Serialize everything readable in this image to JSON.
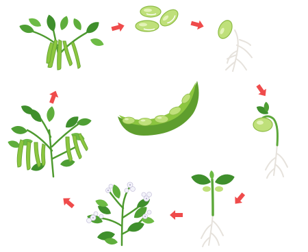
{
  "diagram": {
    "kind": "cycle",
    "stages": [
      {
        "id": "mature-plant-with-pods"
      },
      {
        "id": "seeds"
      },
      {
        "id": "germinating-seed"
      },
      {
        "id": "sprout"
      },
      {
        "id": "seedling"
      },
      {
        "id": "flowering-plant"
      },
      {
        "id": "young-plant-with-pods"
      }
    ],
    "center": {
      "id": "open-bean-pod",
      "seed_count": 5
    },
    "arrow_count": 7,
    "colors": {
      "arrow": "#ef4b4b",
      "leaf_dark": "#3f8f2c",
      "leaf_light": "#6dbb45",
      "pod": "#8cc63f",
      "pod_dark": "#5f9e2e",
      "seed": "#bfe07a",
      "seed_light": "#e3f3b8",
      "root": "#e6e2dc",
      "flower": "#f4f4fa"
    }
  }
}
